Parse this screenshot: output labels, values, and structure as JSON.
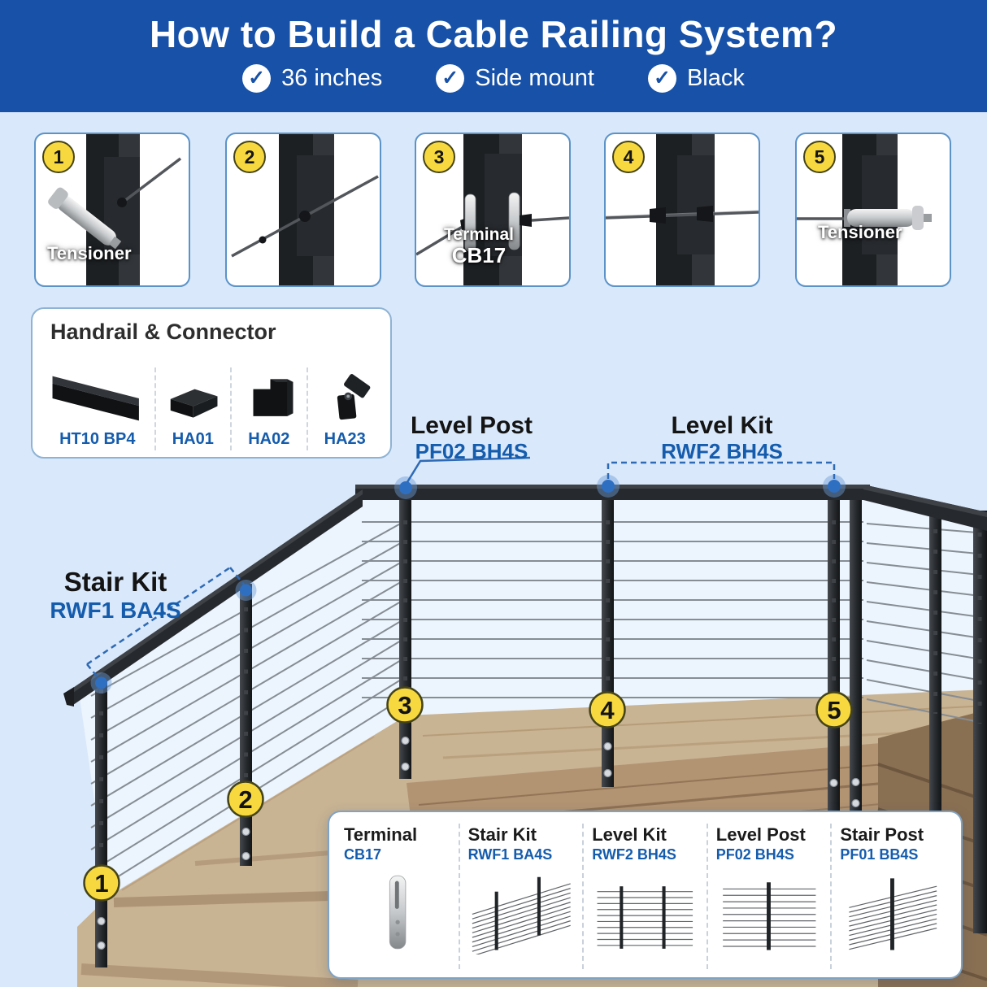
{
  "header": {
    "title": "How to Build a Cable Railing System?",
    "features": [
      {
        "label": "36 inches"
      },
      {
        "label": "Side mount"
      },
      {
        "label": "Black"
      }
    ]
  },
  "steps": [
    {
      "number": "1",
      "label": "Tensioner"
    },
    {
      "number": "2",
      "label": ""
    },
    {
      "number": "3",
      "label": "Terminal",
      "code": "CB17"
    },
    {
      "number": "4",
      "label": ""
    },
    {
      "number": "5",
      "label": "Tensioner"
    }
  ],
  "handrail_box": {
    "title": "Handrail & Connector",
    "items": [
      {
        "code": "HT10 BP4"
      },
      {
        "code": "HA01"
      },
      {
        "code": "HA02"
      },
      {
        "code": "HA23"
      }
    ]
  },
  "diagram": {
    "markers": [
      "1",
      "2",
      "3",
      "4",
      "5"
    ],
    "callouts": {
      "level_post": {
        "name": "Level Post",
        "code": "PF02 BH4S"
      },
      "level_kit": {
        "name": "Level Kit",
        "code": "RWF2 BH4S"
      },
      "stair_kit": {
        "name": "Stair Kit",
        "code": "RWF1 BA4S"
      }
    }
  },
  "parts_panel": {
    "items": [
      {
        "name": "Terminal",
        "code": "CB17"
      },
      {
        "name": "Stair Kit",
        "code": "RWF1 BA4S"
      },
      {
        "name": "Level Kit",
        "code": "RWF2 BH4S"
      },
      {
        "name": "Level Post",
        "code": "PF02 BH4S"
      },
      {
        "name": "Stair Post",
        "code": "PF01 BB4S"
      }
    ]
  },
  "colors": {
    "header_bg": "#1751a8",
    "page_bg": "#d9e8fa",
    "accent_blue": "#155cad",
    "badge_yellow": "#f7d93f"
  }
}
